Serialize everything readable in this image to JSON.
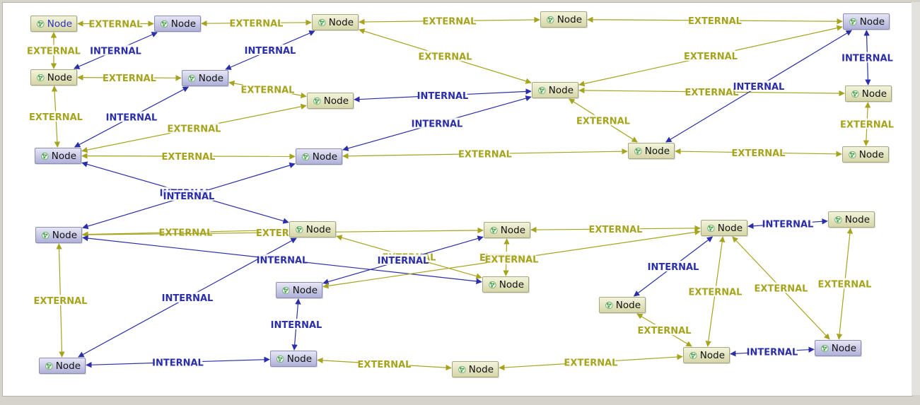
{
  "diagram": {
    "colors": {
      "external": "#a6a41e",
      "internal": "#2a2ea8"
    },
    "node_icon": "graph-node-icon",
    "nodes": [
      {
        "id": "n1",
        "label": "Node",
        "kind": "olive",
        "highlight": true
      },
      {
        "id": "n2",
        "label": "Node",
        "kind": "purple"
      },
      {
        "id": "n3",
        "label": "Node",
        "kind": "olive"
      },
      {
        "id": "n4",
        "label": "Node",
        "kind": "olive"
      },
      {
        "id": "n5",
        "label": "Node",
        "kind": "purple"
      },
      {
        "id": "n6",
        "label": "Node",
        "kind": "olive"
      },
      {
        "id": "n7",
        "label": "Node",
        "kind": "purple"
      },
      {
        "id": "n8",
        "label": "Node",
        "kind": "olive"
      },
      {
        "id": "n9",
        "label": "Node",
        "kind": "olive"
      },
      {
        "id": "n10",
        "label": "Node",
        "kind": "olive"
      },
      {
        "id": "n11",
        "label": "Node",
        "kind": "purple"
      },
      {
        "id": "n12",
        "label": "Node",
        "kind": "purple"
      },
      {
        "id": "n13",
        "label": "Node",
        "kind": "olive"
      },
      {
        "id": "n14",
        "label": "Node",
        "kind": "olive"
      },
      {
        "id": "n15",
        "label": "Node",
        "kind": "purple"
      },
      {
        "id": "n16",
        "label": "Node",
        "kind": "olive"
      },
      {
        "id": "n17",
        "label": "Node",
        "kind": "olive"
      },
      {
        "id": "n18",
        "label": "Node",
        "kind": "olive"
      },
      {
        "id": "n19",
        "label": "Node",
        "kind": "olive"
      },
      {
        "id": "n20",
        "label": "Node",
        "kind": "purple"
      },
      {
        "id": "n21",
        "label": "Node",
        "kind": "olive"
      },
      {
        "id": "n22",
        "label": "Node",
        "kind": "olive"
      },
      {
        "id": "n23",
        "label": "Node",
        "kind": "purple"
      },
      {
        "id": "n24",
        "label": "Node",
        "kind": "purple"
      },
      {
        "id": "n25",
        "label": "Node",
        "kind": "olive"
      },
      {
        "id": "n26",
        "label": "Node",
        "kind": "olive"
      },
      {
        "id": "n27",
        "label": "Node",
        "kind": "purple"
      }
    ],
    "edges": [
      {
        "from": "n1",
        "to": "n2",
        "type": "EXTERNAL"
      },
      {
        "from": "n2",
        "to": "n3",
        "type": "EXTERNAL"
      },
      {
        "from": "n3",
        "to": "n4",
        "type": "EXTERNAL"
      },
      {
        "from": "n4",
        "to": "n5",
        "type": "EXTERNAL"
      },
      {
        "from": "n1",
        "to": "n6",
        "type": "EXTERNAL"
      },
      {
        "from": "n2",
        "to": "n6",
        "type": "INTERNAL"
      },
      {
        "from": "n3",
        "to": "n7",
        "type": "INTERNAL"
      },
      {
        "from": "n3",
        "to": "n9",
        "type": "EXTERNAL"
      },
      {
        "from": "n5",
        "to": "n10",
        "type": "INTERNAL"
      },
      {
        "from": "n5",
        "to": "n9",
        "type": "EXTERNAL"
      },
      {
        "from": "n6",
        "to": "n7",
        "type": "EXTERNAL"
      },
      {
        "from": "n7",
        "to": "n8",
        "type": "EXTERNAL"
      },
      {
        "from": "n8",
        "to": "n9",
        "type": "INTERNAL"
      },
      {
        "from": "n9",
        "to": "n10",
        "type": "EXTERNAL"
      },
      {
        "from": "n6",
        "to": "n11",
        "type": "EXTERNAL"
      },
      {
        "from": "n7",
        "to": "n11",
        "type": "INTERNAL"
      },
      {
        "from": "n8",
        "to": "n11",
        "type": "EXTERNAL"
      },
      {
        "from": "n9",
        "to": "n12",
        "type": "INTERNAL"
      },
      {
        "from": "n9",
        "to": "n13",
        "type": "EXTERNAL"
      },
      {
        "from": "n5",
        "to": "n13",
        "type": "INTERNAL"
      },
      {
        "from": "n10",
        "to": "n14",
        "type": "EXTERNAL"
      },
      {
        "from": "n11",
        "to": "n12",
        "type": "EXTERNAL"
      },
      {
        "from": "n12",
        "to": "n13",
        "type": "EXTERNAL"
      },
      {
        "from": "n13",
        "to": "n14",
        "type": "EXTERNAL"
      },
      {
        "from": "n11",
        "to": "n16",
        "type": "INTERNAL"
      },
      {
        "from": "n12",
        "to": "n15",
        "type": "INTERNAL"
      },
      {
        "from": "n16",
        "to": "n15",
        "type": "EXTERNAL"
      },
      {
        "from": "n15",
        "to": "n17",
        "type": "EXTERNAL"
      },
      {
        "from": "n17",
        "to": "n18",
        "type": "EXTERNAL"
      },
      {
        "from": "n18",
        "to": "n19",
        "type": "INTERNAL"
      },
      {
        "from": "n16",
        "to": "n21",
        "type": "EXTERNAL"
      },
      {
        "from": "n16",
        "to": "n23",
        "type": "INTERNAL"
      },
      {
        "from": "n15",
        "to": "n23",
        "type": "EXTERNAL"
      },
      {
        "from": "n15",
        "to": "n21",
        "type": "INTERNAL"
      },
      {
        "from": "n17",
        "to": "n21",
        "type": "EXTERNAL"
      },
      {
        "from": "n17",
        "to": "n20",
        "type": "INTERNAL"
      },
      {
        "from": "n18",
        "to": "n20",
        "type": "EXTERNAL"
      },
      {
        "from": "n18",
        "to": "n22",
        "type": "INTERNAL"
      },
      {
        "from": "n18",
        "to": "n26",
        "type": "EXTERNAL"
      },
      {
        "from": "n18",
        "to": "n27",
        "type": "EXTERNAL"
      },
      {
        "from": "n19",
        "to": "n27",
        "type": "EXTERNAL"
      },
      {
        "from": "n23",
        "to": "n24",
        "type": "INTERNAL"
      },
      {
        "from": "n24",
        "to": "n20",
        "type": "INTERNAL"
      },
      {
        "from": "n24",
        "to": "n25",
        "type": "EXTERNAL"
      },
      {
        "from": "n25",
        "to": "n26",
        "type": "EXTERNAL"
      },
      {
        "from": "n22",
        "to": "n26",
        "type": "EXTERNAL"
      },
      {
        "from": "n26",
        "to": "n27",
        "type": "INTERNAL"
      }
    ]
  }
}
